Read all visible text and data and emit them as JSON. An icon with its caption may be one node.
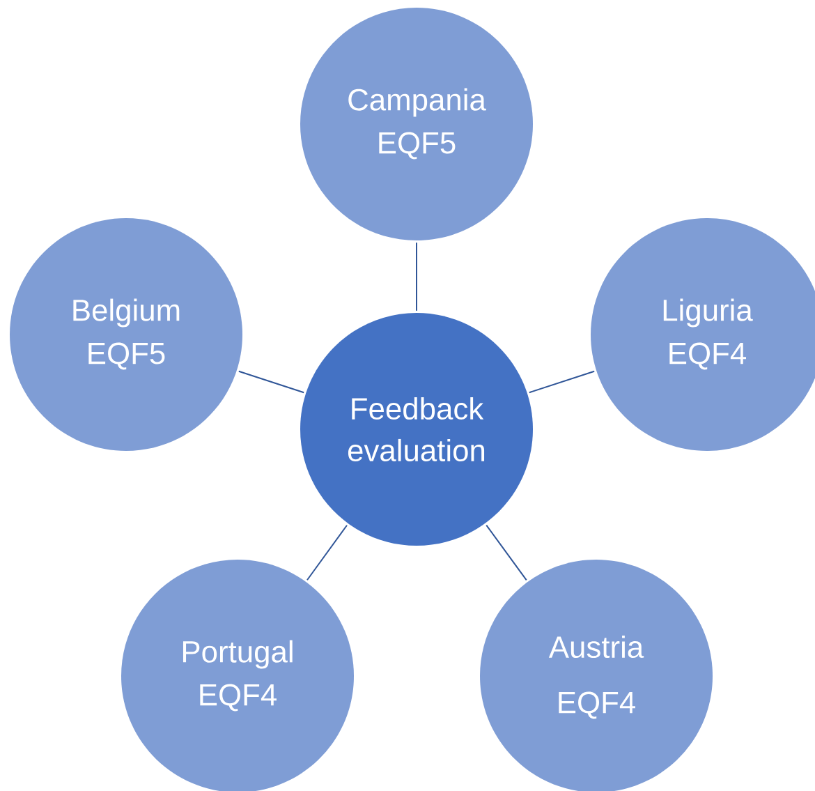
{
  "diagram": {
    "nodes": [
      {
        "text": [
          "Campania",
          "EQF5"
        ]
      },
      {
        "text": [
          "Belgium",
          "EQF5"
        ]
      },
      {
        "text": [
          "Liguria",
          "EQF4"
        ]
      },
      {
        "text": [
          "Feedback evaluation"
        ]
      },
      {
        "text": [
          "Portugal",
          "EQF4"
        ]
      },
      {
        "text": [
          "Austria",
          "EQF4"
        ]
      }
    ],
    "edges": [
      {
        "from": 3,
        "to": 0,
        "arrow": "none"
      },
      {
        "from": 3,
        "to": 1,
        "arrow": "none"
      },
      {
        "from": 3,
        "to": 2,
        "arrow": "none"
      },
      {
        "from": 3,
        "to": 4,
        "arrow": "none"
      },
      {
        "from": 3,
        "to": 5,
        "arrow": "none"
      }
    ]
  }
}
